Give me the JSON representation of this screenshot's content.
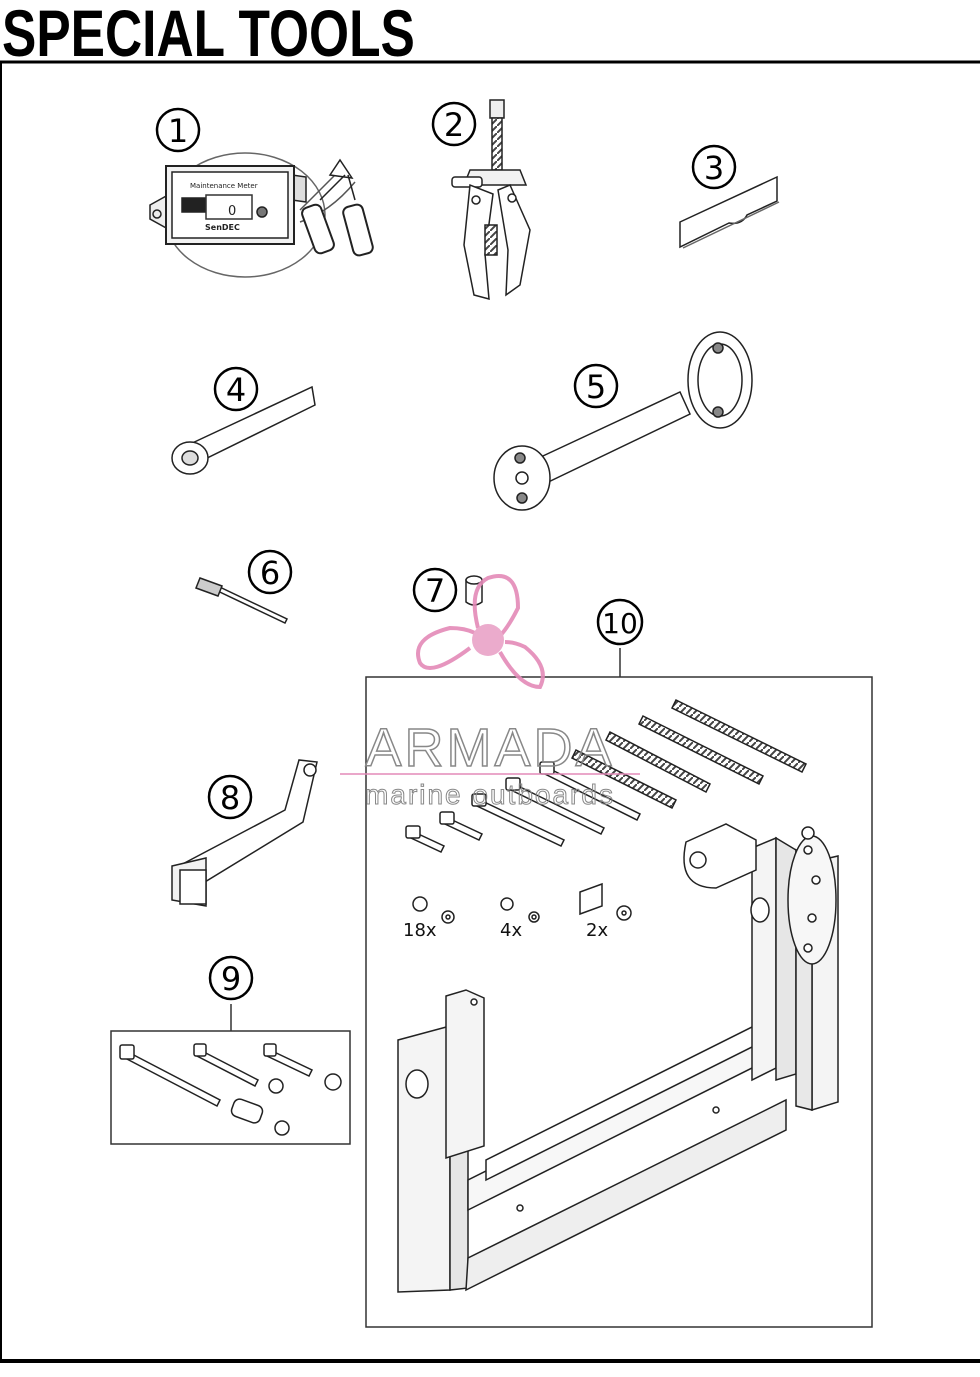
{
  "title": "SPECIAL TOOLS",
  "callouts": [
    "1",
    "2",
    "3",
    "4",
    "5",
    "6",
    "7",
    "8",
    "9",
    "10"
  ],
  "meter_label_top": "Maintenance Meter",
  "meter_label_bottom": "SenDEC",
  "meter_display": "0",
  "quantities": [
    "18x",
    "4x",
    "2x"
  ],
  "watermark": {
    "brand": "ARMADA",
    "tagline": "marine outboards",
    "color": "#e48ab8"
  }
}
